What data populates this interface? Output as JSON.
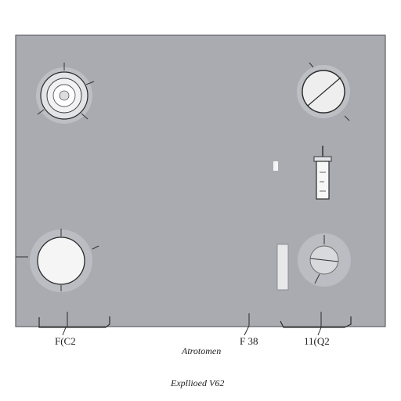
{
  "colors": {
    "panel_fill": "#a9abb0",
    "panel_border": "#5e6066",
    "ink": "#2a2a2a",
    "highlight": "#e9e9ec",
    "background": "#ffffff"
  },
  "labels": {
    "left_figure": "F(C2",
    "center_figure": "F 38",
    "center_caption": "Atrotomen",
    "right_figure": "11(Q2",
    "bottom_caption": "Expllioed V62"
  },
  "components": [
    {
      "name": "top-left-burner",
      "icon": "ring-burner"
    },
    {
      "name": "top-right-burner",
      "icon": "slashed-burner"
    },
    {
      "name": "bottom-left-burner",
      "icon": "plain-burner"
    },
    {
      "name": "bottom-right-burner",
      "icon": "spark-burner"
    },
    {
      "name": "gauge",
      "icon": "vertical-gauge"
    },
    {
      "name": "vent-slot",
      "icon": "vertical-slot"
    }
  ]
}
